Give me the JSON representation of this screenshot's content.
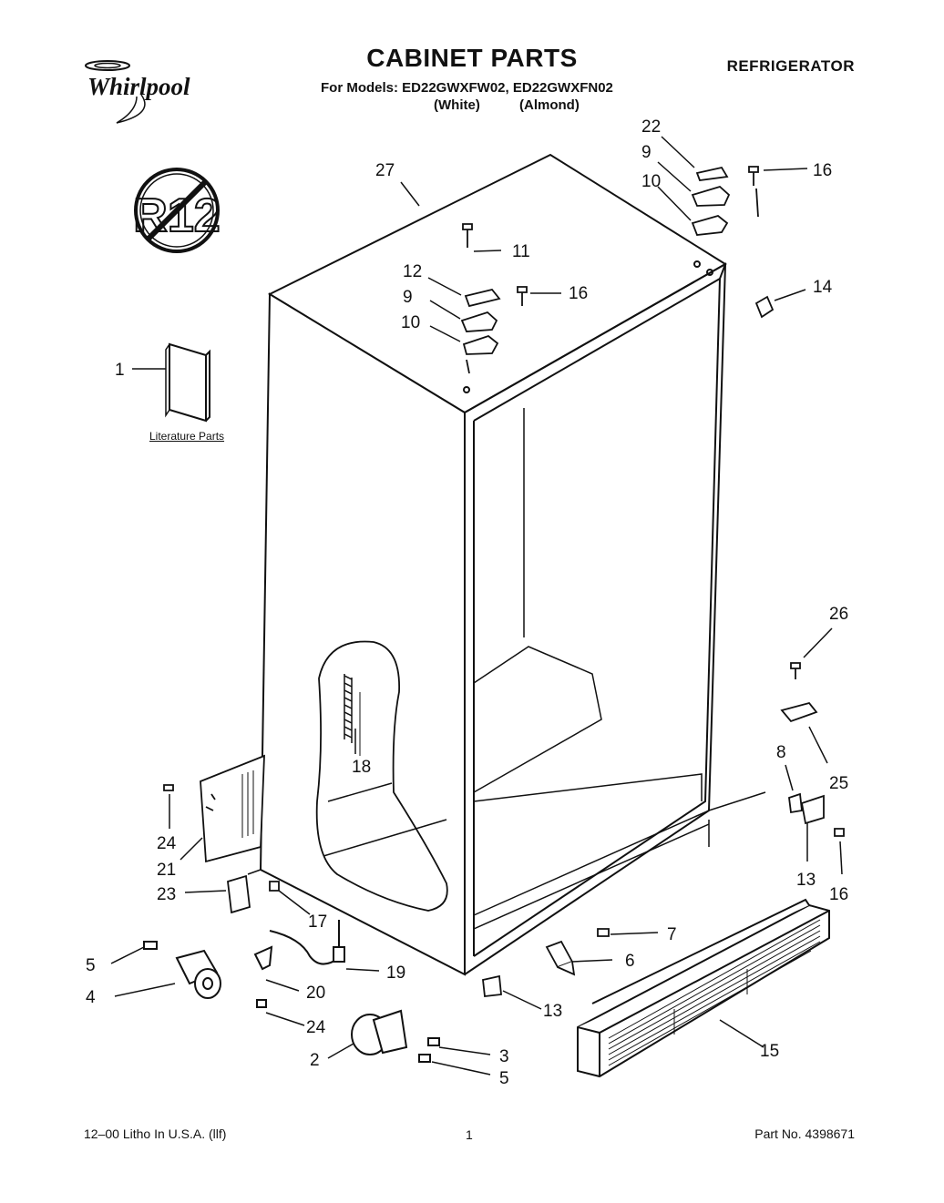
{
  "brand": "Whirlpool",
  "header": {
    "title": "CABINET PARTS",
    "models_line": "For Models: ED22GWXFW02, ED22GWXFN02",
    "color_white": "(White)",
    "color_almond": "(Almond)",
    "category": "REFRIGERATOR"
  },
  "badge": {
    "text": "R12"
  },
  "literature_label": "Literature Parts",
  "callouts": {
    "c1": "1",
    "c2": "2",
    "c3": "3",
    "c4": "4",
    "c5a": "5",
    "c5b": "5",
    "c6": "6",
    "c7": "7",
    "c8": "8",
    "c9a": "9",
    "c9b": "9",
    "c10a": "10",
    "c10b": "10",
    "c11": "11",
    "c12": "12",
    "c13a": "13",
    "c13b": "13",
    "c14": "14",
    "c15": "15",
    "c16a": "16",
    "c16b": "16",
    "c16c": "16",
    "c17": "17",
    "c18": "18",
    "c19": "19",
    "c20": "20",
    "c21": "21",
    "c22": "22",
    "c23": "23",
    "c24a": "24",
    "c24b": "24",
    "c25": "25",
    "c26": "26",
    "c27": "27"
  },
  "footer": {
    "left": "12–00 Litho In U.S.A. (llf)",
    "page": "1",
    "part_no": "Part No. 4398671"
  }
}
